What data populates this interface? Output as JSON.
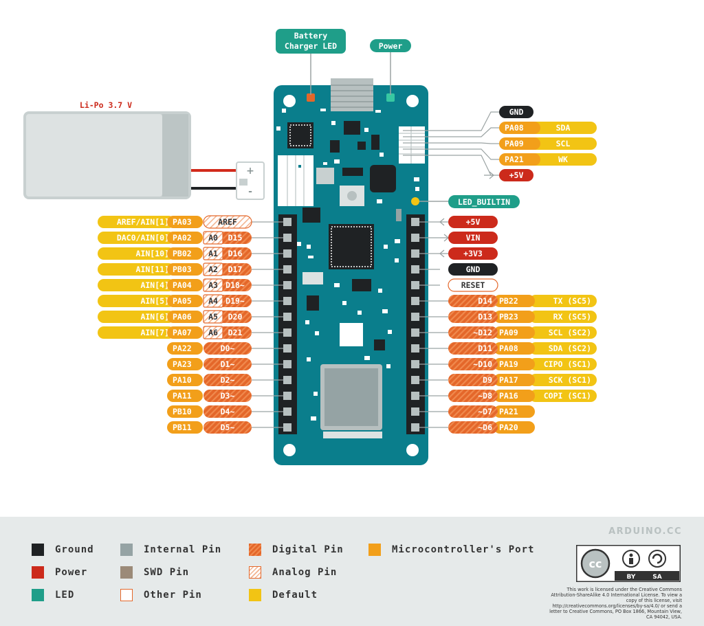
{
  "colors": {
    "ground": "#1f2224",
    "power": "#cc2a1b",
    "led": "#1f9e89",
    "internal": "#95a3a4",
    "swd": "#9b8a78",
    "digital": "#e4672a",
    "analog": "#ffffff",
    "port": "#f29f1a",
    "default": "#f2c414",
    "board": "#0a7e8c"
  },
  "callouts": {
    "battery_charger_led": [
      "Battery",
      "Charger LED"
    ],
    "power": "Power",
    "battery": "Li-Po 3.7 V",
    "led_builtin": "LED_BUILTIN",
    "plus": "+",
    "minus": "-"
  },
  "top_right_header": [
    {
      "kind": "ground",
      "labels": [
        "GND"
      ]
    },
    {
      "kind": "port",
      "labels": [
        "PA08",
        "SDA"
      ]
    },
    {
      "kind": "port",
      "labels": [
        "PA09",
        "SCL"
      ]
    },
    {
      "kind": "port",
      "labels": [
        "PA21",
        "WK"
      ]
    },
    {
      "kind": "power",
      "labels": [
        "+5V"
      ]
    }
  ],
  "left_pins": [
    {
      "fn": "AREF/AIN[1]",
      "port": "PA03",
      "analog": "",
      "digital": "AREF",
      "digital_type": "analog"
    },
    {
      "fn": "DAC0/AIN[0]",
      "port": "PA02",
      "analog": "A0",
      "digital": "D15",
      "digital_type": "digital"
    },
    {
      "fn": "AIN[10]",
      "port": "PB02",
      "analog": "A1",
      "digital": "D16",
      "digital_type": "digital"
    },
    {
      "fn": "AIN[11]",
      "port": "PB03",
      "analog": "A2",
      "digital": "D17",
      "digital_type": "digital"
    },
    {
      "fn": "AIN[4]",
      "port": "PA04",
      "analog": "A3",
      "digital": "D18~",
      "digital_type": "digital"
    },
    {
      "fn": "AIN[5]",
      "port": "PA05",
      "analog": "A4",
      "digital": "D19~",
      "digital_type": "digital"
    },
    {
      "fn": "AIN[6]",
      "port": "PA06",
      "analog": "A5",
      "digital": "D20",
      "digital_type": "digital"
    },
    {
      "fn": "AIN[7]",
      "port": "PA07",
      "analog": "A6",
      "digital": "D21",
      "digital_type": "digital"
    },
    {
      "fn": "",
      "port": "PA22",
      "analog": "",
      "digital": "D0~",
      "digital_type": "digital"
    },
    {
      "fn": "",
      "port": "PA23",
      "analog": "",
      "digital": "D1~",
      "digital_type": "digital"
    },
    {
      "fn": "",
      "port": "PA10",
      "analog": "",
      "digital": "D2~",
      "digital_type": "digital"
    },
    {
      "fn": "",
      "port": "PA11",
      "analog": "",
      "digital": "D3~",
      "digital_type": "digital"
    },
    {
      "fn": "",
      "port": "PB10",
      "analog": "",
      "digital": "D4~",
      "digital_type": "digital"
    },
    {
      "fn": "",
      "port": "PB11",
      "analog": "",
      "digital": "D5~",
      "digital_type": "digital"
    }
  ],
  "right_pins": [
    {
      "kind": "power",
      "label": "+5V",
      "arrow": "in"
    },
    {
      "kind": "power",
      "label": "VIN",
      "arrow": "out"
    },
    {
      "kind": "power",
      "label": "+3V3",
      "arrow": "in"
    },
    {
      "kind": "ground",
      "label": "GND",
      "arrow": ""
    },
    {
      "kind": "other",
      "label": "RESET",
      "arrow": ""
    },
    {
      "kind": "digital",
      "label": "D14",
      "port": "PB22",
      "fn": "TX (SC5)"
    },
    {
      "kind": "digital",
      "label": "D13",
      "port": "PB23",
      "fn": "RX (SC5)"
    },
    {
      "kind": "digital",
      "label": "~D12",
      "port": "PA09",
      "fn": "SCL (SC2)"
    },
    {
      "kind": "digital",
      "label": "D11",
      "port": "PA08",
      "fn": "SDA (SC2)"
    },
    {
      "kind": "digital",
      "label": "~D10",
      "port": "PA19",
      "fn": "CIPO (SC1)"
    },
    {
      "kind": "digital",
      "label": "D9",
      "port": "PA17",
      "fn": "SCK (SC1)"
    },
    {
      "kind": "digital",
      "label": "~D8",
      "port": "PA16",
      "fn": "COPI (SC1)"
    },
    {
      "kind": "digital",
      "label": "~D7",
      "port": "PA21",
      "fn": ""
    },
    {
      "kind": "digital",
      "label": "~D6",
      "port": "PA20",
      "fn": ""
    }
  ],
  "legend": {
    "items": [
      {
        "key": "ground",
        "label": "Ground"
      },
      {
        "key": "power",
        "label": "Power"
      },
      {
        "key": "led",
        "label": "LED"
      },
      {
        "key": "internal",
        "label": "Internal Pin"
      },
      {
        "key": "swd",
        "label": "SWD Pin"
      },
      {
        "key": "other",
        "label": "Other Pin"
      },
      {
        "key": "digital",
        "label": "Digital Pin"
      },
      {
        "key": "analog",
        "label": "Analog Pin"
      },
      {
        "key": "default",
        "label": "Default"
      },
      {
        "key": "port",
        "label": "Microcontroller's Port"
      }
    ],
    "brand": "ARDUINO.CC",
    "cc_labels": [
      "BY",
      "SA"
    ],
    "license_text": "This work is licensed under the Creative Commons Attribution-ShareAlike 4.0 International License. To view a copy of this license, visit http://creativecommons.org/licenses/by-sa/4.0/ or send a letter to Creative Commons, PO Box 1866, Mountain View, CA 94042, USA."
  }
}
